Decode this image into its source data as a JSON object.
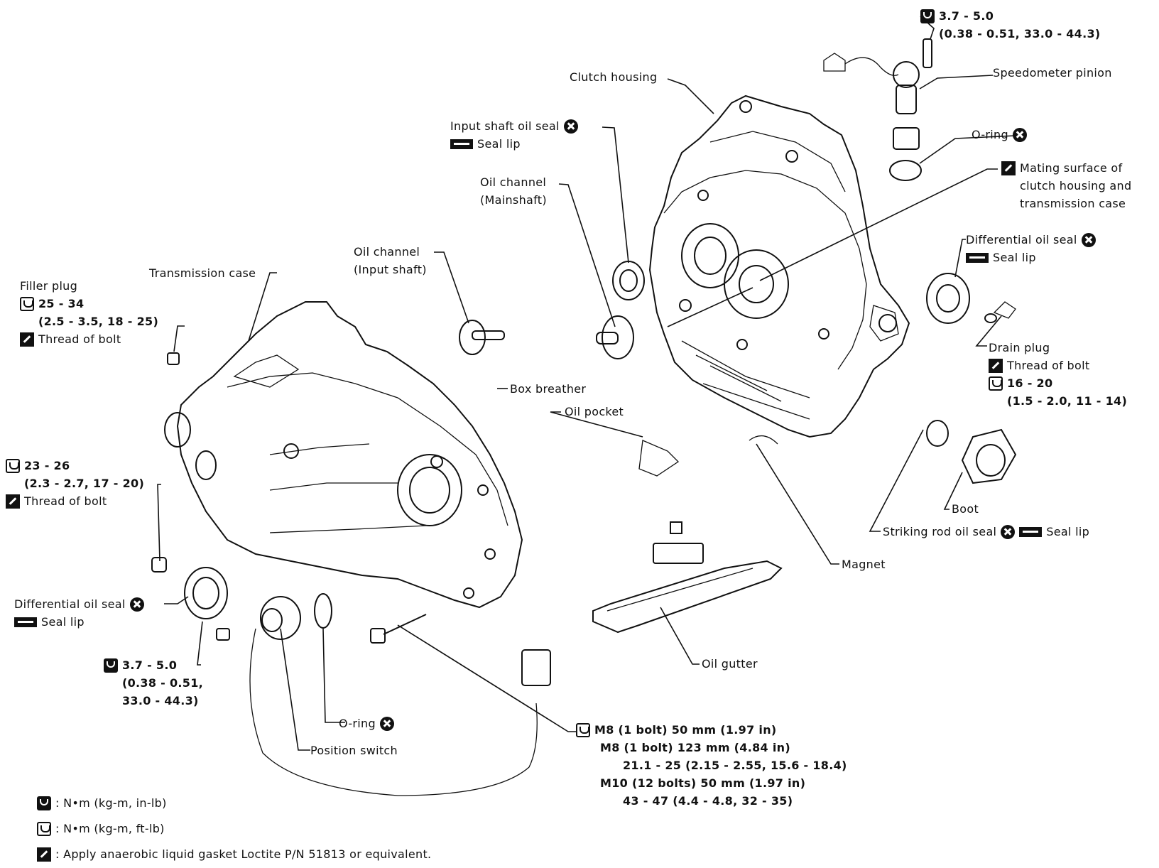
{
  "labels": {
    "torque_top_line1": "3.7 - 5.0",
    "torque_top_line2": "(0.38 - 0.51, 33.0 - 44.3)",
    "speedometer_pinion": "Speedometer pinion",
    "clutch_housing": "Clutch housing",
    "input_shaft_oil_seal": "Input shaft oil seal",
    "seal_lip": "Seal lip",
    "o_ring": "O-ring",
    "mating_surface_line1": "Mating surface of",
    "mating_surface_line2": "clutch housing and",
    "mating_surface_line3": "transmission case",
    "oil_channel_mainshaft_line1": "Oil channel",
    "oil_channel_mainshaft_line2": "(Mainshaft)",
    "oil_channel_input_line1": "Oil channel",
    "oil_channel_input_line2": "(Input shaft)",
    "differential_oil_seal": "Differential oil seal",
    "transmission_case": "Transmission case",
    "filler_plug": "Filler plug",
    "filler_torque_line1": "25 - 34",
    "filler_torque_line2": "(2.5 - 3.5, 18 - 25)",
    "thread_of_bolt": "Thread of bolt",
    "drain_plug": "Drain plug",
    "drain_torque_line1": "16 - 20",
    "drain_torque_line2": "(1.5 - 2.0, 11 - 14)",
    "box_breather": "Box breather",
    "oil_pocket": "Oil pocket",
    "left_torque_line1": "23 - 26",
    "left_torque_line2": "(2.3 - 2.7, 17 - 20)",
    "boot": "Boot",
    "striking_rod_oil_seal": "Striking rod oil seal",
    "magnet": "Magnet",
    "switch_torque_line1": "3.7 - 5.0",
    "switch_torque_line2": "(0.38 - 0.51,",
    "switch_torque_line3": "33.0 - 44.3)",
    "oil_gutter": "Oil gutter",
    "position_switch": "Position switch",
    "bolts_line1": "M8 (1 bolt) 50 mm (1.97 in)",
    "bolts_line2": "M8 (1 bolt) 123 mm (4.84 in)",
    "bolts_line3": "21.1 - 25 (2.15 - 2.55, 15.6 - 18.4)",
    "bolts_line4": "M10 (12 bolts) 50 mm (1.97 in)",
    "bolts_line5": "43 - 47 (4.4 - 4.8, 32 - 35)"
  },
  "legend": {
    "item1": ": N•m (kg-m, in-lb)",
    "item2": ": N•m (kg-m, ft-lb)",
    "item3": ": Apply anaerobic liquid gasket Loctite P/N 51813 or equivalent."
  },
  "icons": {
    "torque_in_lb": "wrench-filled-icon",
    "torque_ft_lb": "wrench-outline-icon",
    "sealant": "liquid-gasket-icon",
    "replace": "replace-seal-icon",
    "grease": "multi-purpose-grease-icon"
  },
  "colors": {
    "ink": "#111111",
    "paper": "#ffffff"
  }
}
